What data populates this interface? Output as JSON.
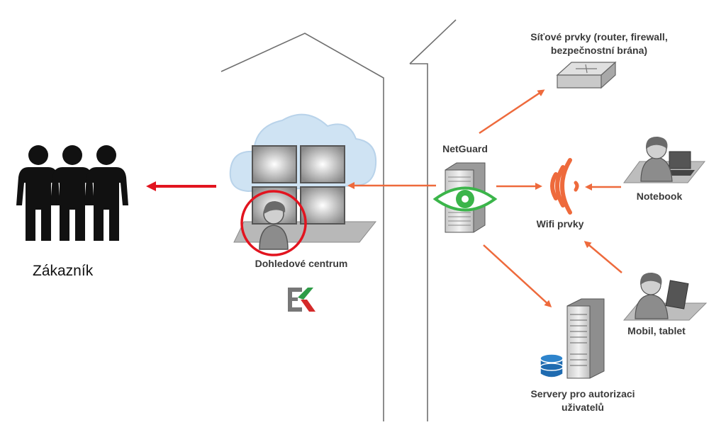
{
  "labels": {
    "customer": "Zákazník",
    "monitoring_center": "Dohledové centrum",
    "netguard": "NetGuard",
    "network_elements_line1": "Síťové prvky (router, firewall,",
    "network_elements_line2": "bezpečnostní brána)",
    "wifi": "Wifi prvky",
    "notebook": "Notebook",
    "mobile": "Mobil, tablet",
    "servers_line1": "Servery pro autorizaci",
    "servers_line2": "uživatelů"
  },
  "colors": {
    "arrow_orange": "#ee6a3c",
    "arrow_red": "#e2141f",
    "eye_green": "#3bb54a",
    "database_blue": "#1f6bb0",
    "cloud_blue": "#cfe3f3",
    "building_line": "#6f6f6f",
    "logo_green": "#2e9b47",
    "logo_red": "#d42a2a",
    "logo_gray": "#777777"
  },
  "icons": [
    "people-icon",
    "cloud-icon",
    "monitor-wall-icon",
    "operator-icon",
    "server-rack-icon",
    "eye-icon",
    "router-icon",
    "wifi-icon",
    "notebook-user-icon",
    "tablet-user-icon",
    "auth-server-icon",
    "database-icon",
    "company-logo-icon"
  ]
}
